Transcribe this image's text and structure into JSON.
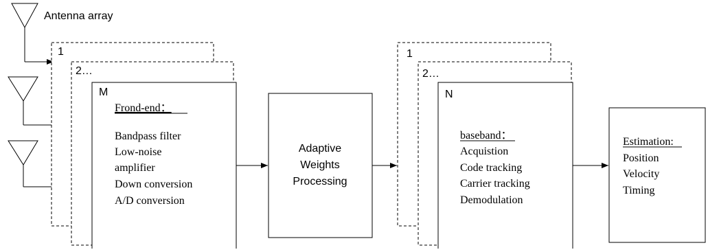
{
  "antenna_label": "Antenna array",
  "frontend_stack": {
    "layer_labels": [
      "1",
      "2…",
      "M"
    ],
    "heading": "Frond-end：",
    "lines": [
      "Bandpass filter",
      "Low-noise",
      "amplifier",
      "Down conversion",
      "A/D conversion"
    ]
  },
  "weights_block": {
    "lines": [
      "Adaptive",
      "Weights",
      "Processing"
    ]
  },
  "baseband_stack": {
    "layer_labels": [
      "1",
      "2…",
      "N"
    ],
    "heading": "baseband：",
    "lines": [
      "Acquistion",
      "Code tracking",
      "Carrier tracking",
      "Demodulation"
    ]
  },
  "estimation_block": {
    "heading": "Estimation:",
    "lines": [
      "Position",
      "Velocity",
      "Timing"
    ]
  }
}
